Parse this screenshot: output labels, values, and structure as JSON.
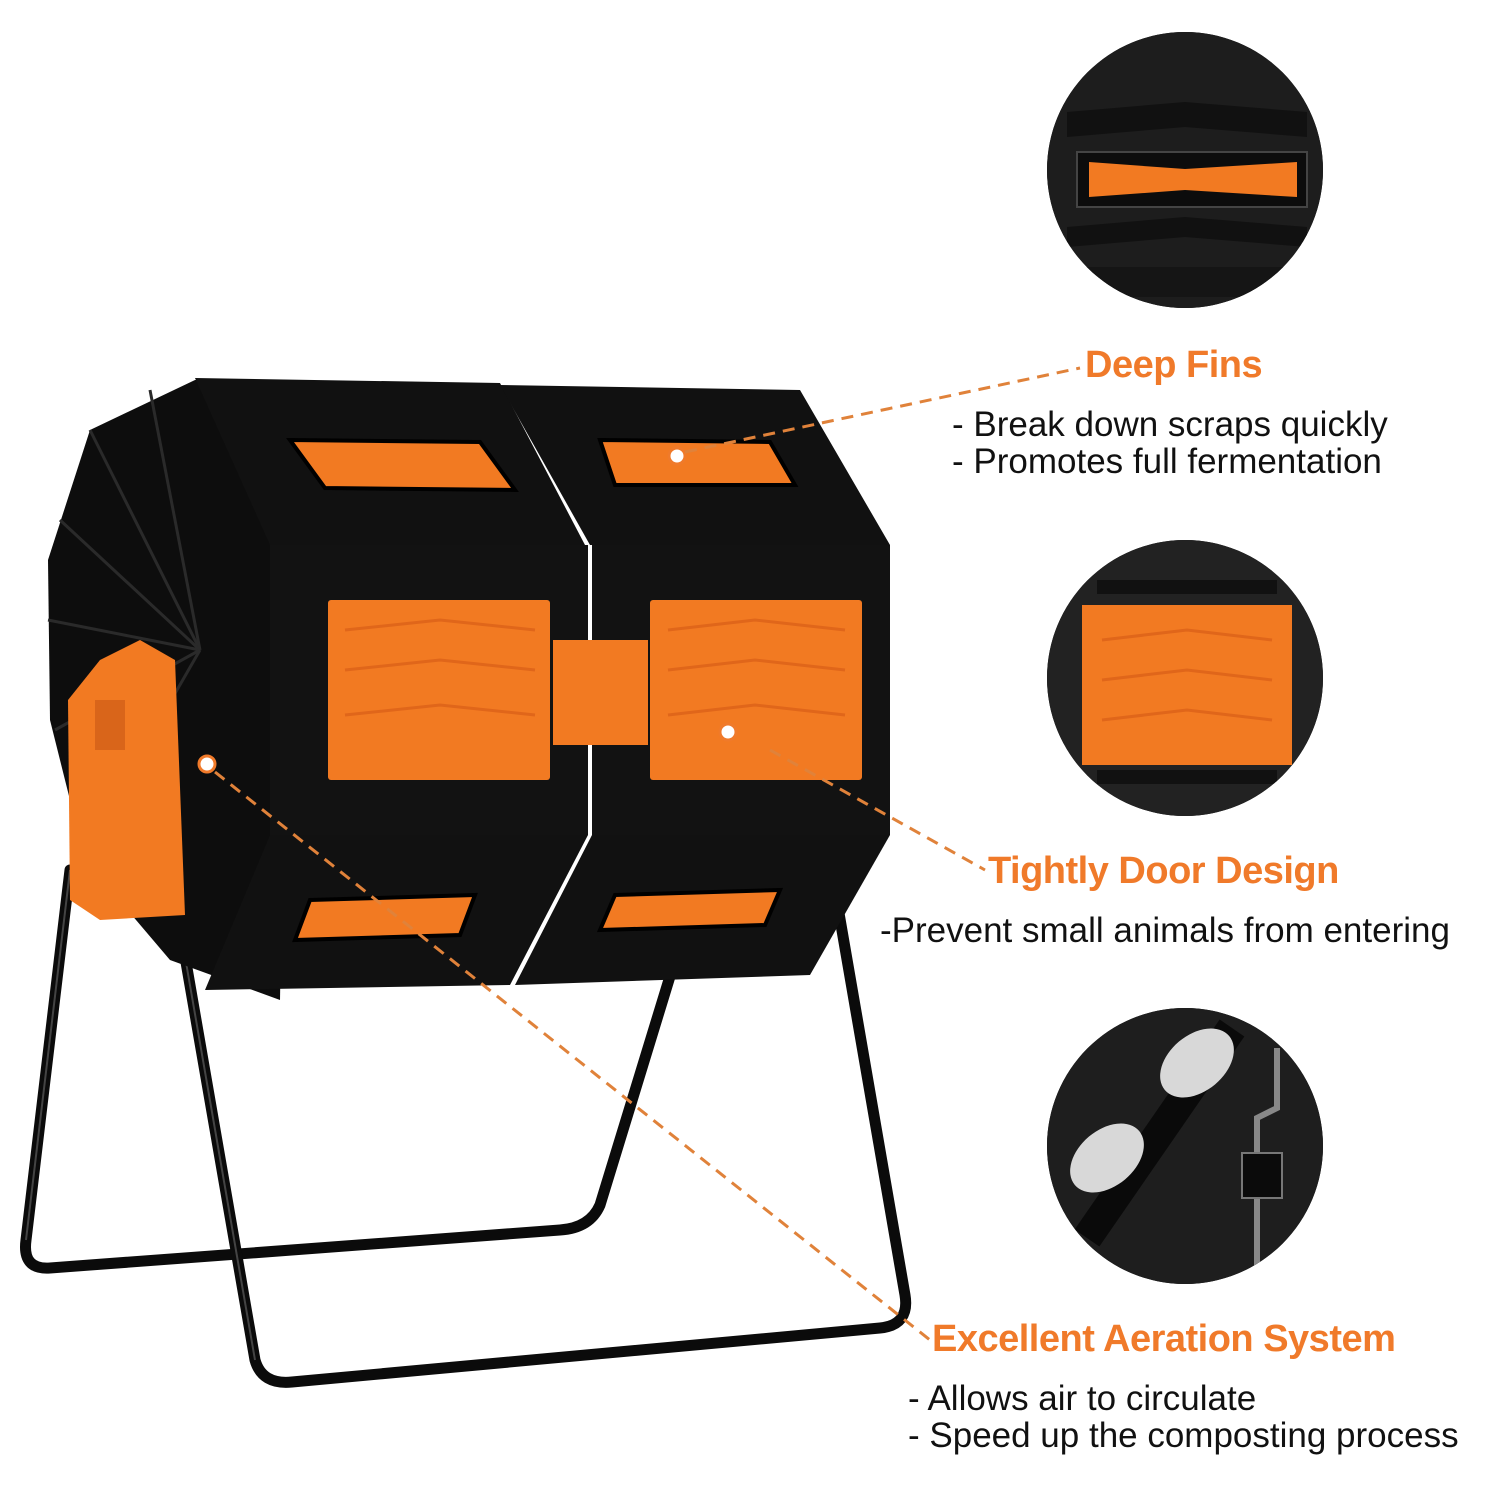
{
  "accent_color": "#f07a2a",
  "features": [
    {
      "title": "Deep Fins",
      "lines": [
        "- Break down scraps quickly",
        "- Promotes full fermentation"
      ],
      "detail_image": "deep-fins-closeup"
    },
    {
      "title": "Tightly Door Design",
      "lines": [
        "-Prevent small animals from entering"
      ],
      "detail_image": "door-closeup"
    },
    {
      "title": "Excellent Aeration System",
      "lines": [
        "- Allows air to circulate",
        "- Speed up the composting process"
      ],
      "detail_image": "aeration-closeup"
    }
  ],
  "product": {
    "name": "dual-chamber-compost-tumbler",
    "body_color": "#121212",
    "panel_color": "#f27a22"
  }
}
